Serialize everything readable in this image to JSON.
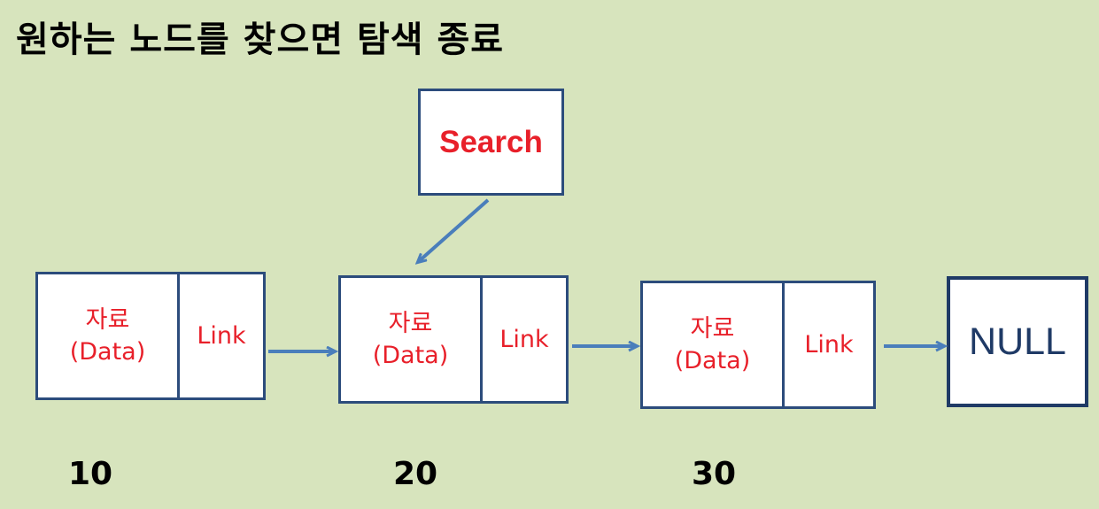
{
  "title": "원하는 노드를 찾으면 탐색 종료",
  "search_label": "Search",
  "nodes": [
    {
      "data_label": "자료",
      "data_sub": "(Data)",
      "link_label": "Link",
      "value": "10"
    },
    {
      "data_label": "자료",
      "data_sub": "(Data)",
      "link_label": "Link",
      "value": "20"
    },
    {
      "data_label": "자료",
      "data_sub": "(Data)",
      "link_label": "Link",
      "value": "30"
    }
  ],
  "null_label": "NULL",
  "colors": {
    "background": "#d7e4bd",
    "box_border": "#2c4c7c",
    "arrow": "#4a7ebb",
    "label_red": "#e8202a",
    "null_text": "#1f3a66"
  }
}
